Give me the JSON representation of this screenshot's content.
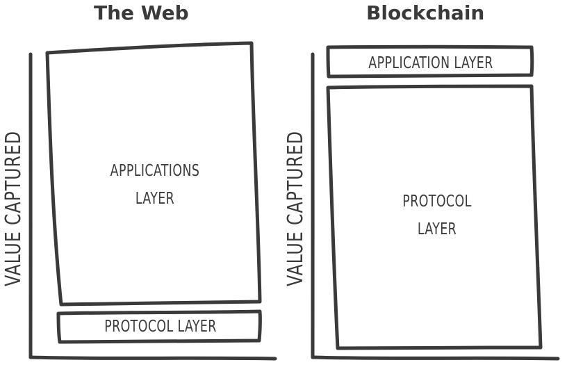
{
  "panels": [
    {
      "title": "The Web",
      "axis_label": "VALUE CAPTURED",
      "upper_box": {
        "lines": [
          "APPLICATIONS",
          "LAYER"
        ]
      },
      "lower_box": {
        "lines": [
          "PROTOCOL LAYER"
        ]
      }
    },
    {
      "title": "Blockchain",
      "axis_label": "VALUE CAPTURED",
      "upper_box": {
        "lines": [
          "APPLICATION LAYER"
        ]
      },
      "lower_box": {
        "lines": [
          "PROTOCOL",
          "LAYER"
        ]
      }
    }
  ],
  "colors": {
    "ink": "#3a3a3a",
    "background": "#ffffff"
  }
}
